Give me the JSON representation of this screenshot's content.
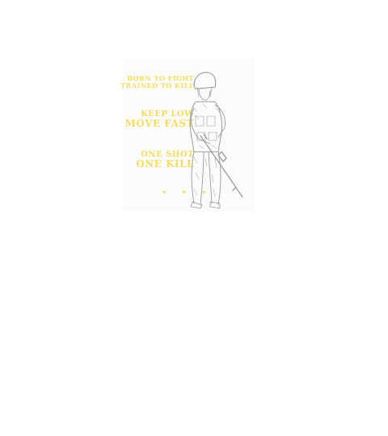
{
  "artwork": {
    "line1": "BORN TO FIGHT",
    "line2": "TRAINED TO KILL",
    "line3": "KEEP LOW",
    "line4": "MOVE FAST",
    "line5": "ONE SHOT",
    "line6": "ONE KILL",
    "stars": "★ ★ ★",
    "text_color": "#f6dc62",
    "sketch_color": "#9a9a98",
    "paper_color": "#fbfbfa",
    "icon": "soldier-sketch-icon"
  }
}
